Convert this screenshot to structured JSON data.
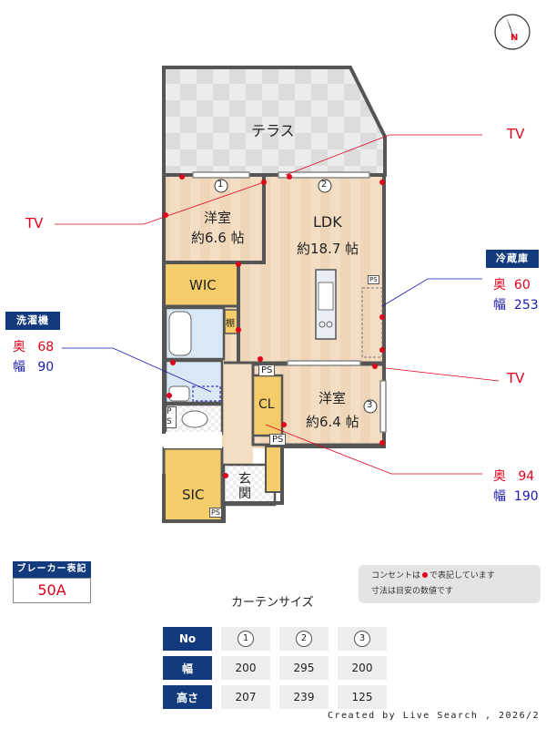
{
  "rooms": {
    "terrace": "テラス",
    "western1_name": "洋室",
    "western1_size": "約6.6 帖",
    "ldk_name": "LDK",
    "ldk_size": "約18.7 帖",
    "wic": "WIC",
    "shelf": "棚",
    "western2_name": "洋室",
    "western2_size": "約6.4 帖",
    "cl": "CL",
    "entrance": "玄関",
    "sic": "SIC",
    "ps1": "PS",
    "ps2": "PS",
    "ps3": "PS",
    "ps4": "PS",
    "ps5": "PS"
  },
  "windows": {
    "w1": "1",
    "w2": "2",
    "w3": "3"
  },
  "annotations": {
    "tv1": "TV",
    "tv2": "TV",
    "tv3": "TV",
    "fridge": {
      "title": "冷蔵庫",
      "depth_label": "奥",
      "depth": "60",
      "width_label": "幅",
      "width": "253"
    },
    "washer": {
      "title": "洗濯機",
      "depth_label": "奥",
      "depth": "68",
      "width_label": "幅",
      "width": "90"
    },
    "closet": {
      "depth_label": "奥",
      "depth": "94",
      "width_label": "幅",
      "width": "190"
    }
  },
  "breaker": {
    "title": "ブレーカー表記",
    "value": "50A"
  },
  "note": {
    "line1_before": "コンセントは",
    "line1_after": "で表記しています",
    "line2": "寸法は目安の数値です"
  },
  "curtain": {
    "title": "カーテンサイズ",
    "header": [
      "No",
      "1",
      "2",
      "3"
    ],
    "width_label": "幅",
    "widths": [
      "200",
      "295",
      "200"
    ],
    "height_label": "高さ",
    "heights": [
      "207",
      "239",
      "125"
    ]
  },
  "footer": "Created by Live Search , 2026/2",
  "compass": "N",
  "colors": {
    "navy": "#123a7c",
    "red": "#e0001a",
    "blue": "#1a1ab0",
    "floor": "#f2dcc0",
    "wic": "#f4cc6a"
  }
}
